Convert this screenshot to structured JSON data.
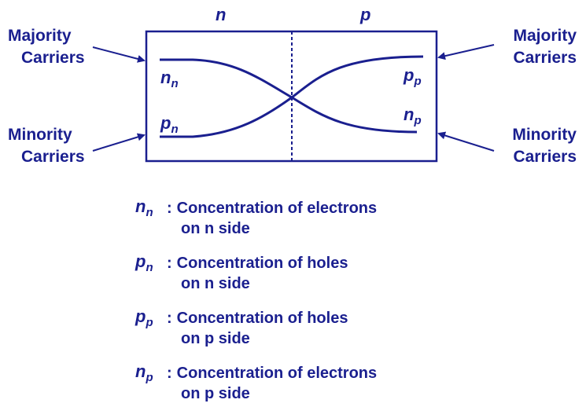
{
  "regions": {
    "n_label": "n",
    "p_label": "p"
  },
  "carriers": {
    "left_majority": [
      "Majority",
      "Carriers"
    ],
    "left_minority": [
      "Minority",
      "Carriers"
    ],
    "right_majority": [
      "Majority",
      "Carriers"
    ],
    "right_minority": [
      "Minority",
      "Carriers"
    ]
  },
  "curves": {
    "nn": {
      "base": "n",
      "sub": "n"
    },
    "pn": {
      "base": "p",
      "sub": "n"
    },
    "pp": {
      "base": "p",
      "sub": "p"
    },
    "np": {
      "base": "n",
      "sub": "p"
    }
  },
  "legend": [
    {
      "base": "n",
      "sub": "n",
      "line1": "Concentration of electrons",
      "line2": "on n side"
    },
    {
      "base": "p",
      "sub": "n",
      "line1": "Concentration of holes",
      "line2": "on n side"
    },
    {
      "base": "p",
      "sub": "p",
      "line1": "Concentration of holes",
      "line2": "on p side"
    },
    {
      "base": "n",
      "sub": "p",
      "line1": "Concentration of electrons",
      "line2": "on p side"
    }
  ],
  "colors": {
    "ink": "#1a1f8f"
  }
}
